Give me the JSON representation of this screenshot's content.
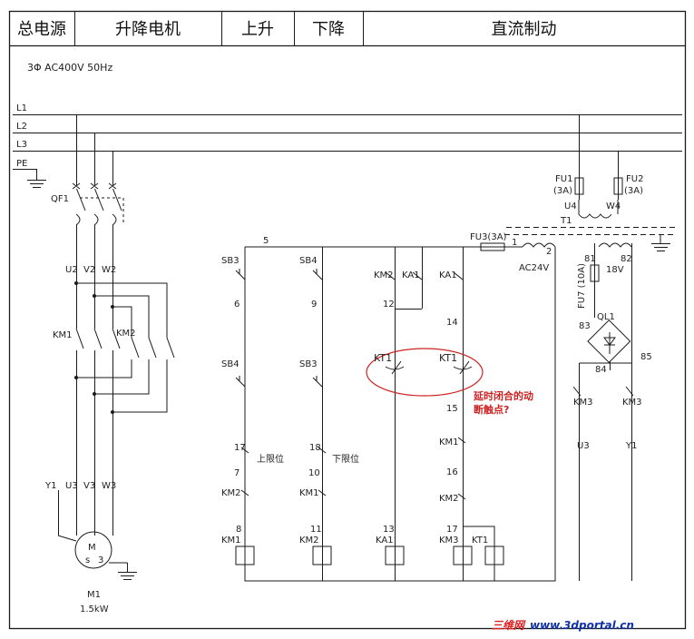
{
  "header": {
    "cells": [
      "总电源",
      "升降电机",
      "上升",
      "下降",
      "直流制动"
    ]
  },
  "supply": "3Φ  AC400V 50Hz",
  "bus": {
    "l1": "L1",
    "l2": "L2",
    "l3": "L3",
    "pe": "PE"
  },
  "power_circuit": {
    "qf1": "QF1",
    "u2": "U2",
    "v2": "V2",
    "w2": "W2",
    "km1": "KM1",
    "km2": "KM2",
    "y1": "Y1",
    "u3": "U3",
    "v3": "V3",
    "w3": "W3",
    "motor_m": "M",
    "motor_s": "s",
    "motor_3": "3",
    "motor_name": "M1",
    "motor_power": "1.5kW"
  },
  "control": {
    "n5": "5",
    "sb3_a": "SB3",
    "sb4_a": "SB4",
    "n6": "6",
    "n9": "9",
    "sb4_b": "SB4",
    "sb3_b": "SB3",
    "km2_a": "KM2",
    "ka1_a": "KA1",
    "ka1_b": "KA1",
    "n12": "12",
    "n14": "14",
    "kt1_a": "KT1",
    "kt1_b": "KT1",
    "n15": "15",
    "km1_a": "KM1",
    "n16": "16",
    "km2_b": "KM2",
    "n17_a": "17",
    "upper_limit": "上限位",
    "n18": "18",
    "lower_limit": "下限位",
    "n7": "7",
    "n10": "10",
    "km2_c": "KM2",
    "km1_b": "KM1",
    "n8": "8",
    "n11": "11",
    "n13": "13",
    "n17_b": "17",
    "coil_km1": "KM1",
    "coil_km2": "KM2",
    "coil_ka1": "KA1",
    "coil_km3": "KM3",
    "coil_kt1": "KT1",
    "fu3": "FU3(3A)",
    "t_1": "1",
    "t_2": "2",
    "ac24": "AC24V"
  },
  "dc_brake": {
    "fu1": "FU1",
    "fu1_rating": "(3A)",
    "fu2": "FU2",
    "fu2_rating": "(3A)",
    "u4": "U4",
    "w4": "W4",
    "t1": "T1",
    "n81": "81",
    "n82": "82",
    "v18": "18V",
    "fu7": "FU7 (10A)",
    "n83": "83",
    "ql1": "QL1",
    "n84": "84",
    "n85": "85",
    "km3_a": "KM3",
    "km3_b": "KM3",
    "u3": "U3",
    "y1": "Y1"
  },
  "annotation": {
    "line1": "延时闭合的动",
    "line2": "断触点?"
  },
  "watermark": {
    "part1": "三维网",
    "part2": "www.3dportal.cn"
  },
  "colors": {
    "line": "#1a1a1a",
    "annotation": "#cc2222",
    "watermark_red": "#dd2222",
    "watermark_blue": "#1133aa"
  }
}
